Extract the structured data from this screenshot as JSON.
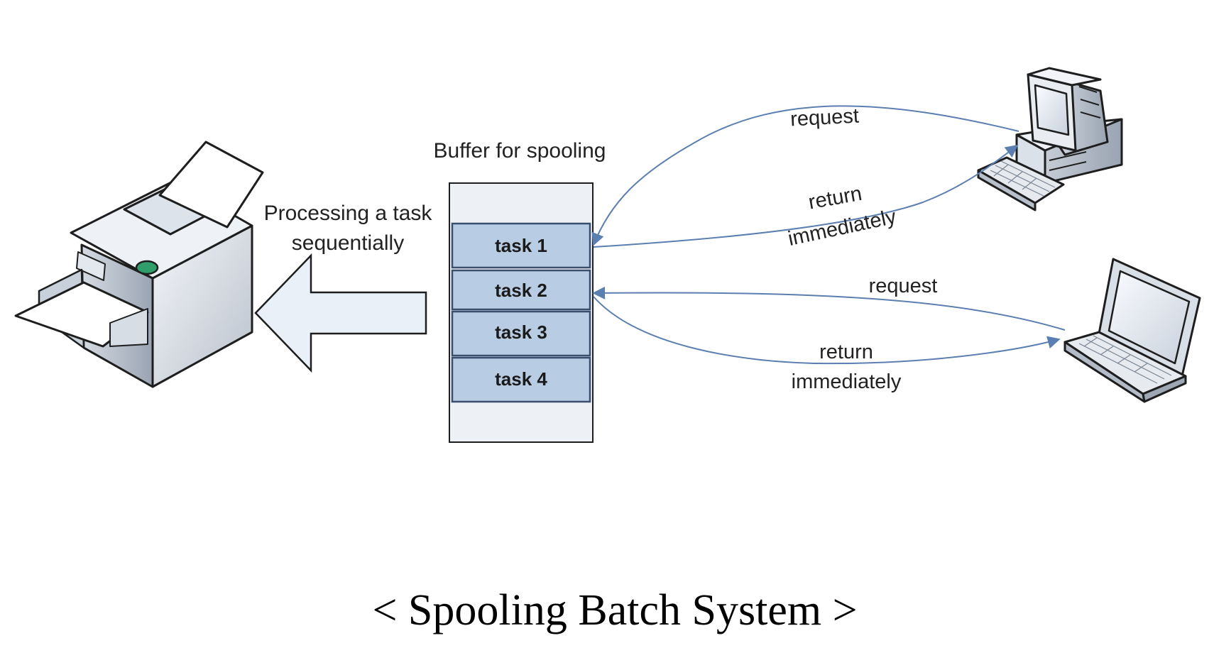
{
  "diagram": {
    "buffer_title": "Buffer for spooling",
    "process_label": [
      "Processing a task",
      "sequentially"
    ],
    "tasks": [
      "task 1",
      "task 2",
      "task 3",
      "task 4"
    ],
    "desktop": {
      "request": "request",
      "return": [
        "return",
        "immediately"
      ]
    },
    "laptop": {
      "request": "request",
      "return": [
        "return",
        "immediately"
      ]
    },
    "caption": "< Spooling Batch System >"
  },
  "colors": {
    "task_fill": "#b8cce4",
    "task_stroke": "#3a4e6e",
    "arrow_line": "#5b7fb0",
    "big_arrow_fill": "#e9f0f8",
    "device_body": "#e8eaee",
    "device_shadow": "#aeb5bf"
  },
  "icons": [
    "printer-icon",
    "desktop-computer-icon",
    "laptop-icon"
  ]
}
